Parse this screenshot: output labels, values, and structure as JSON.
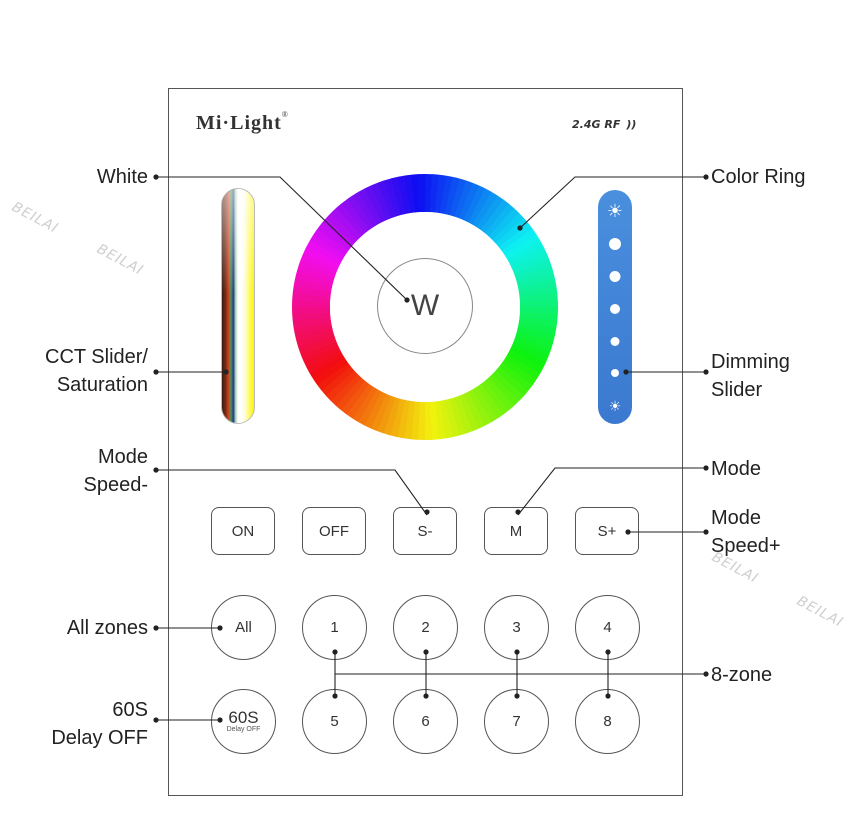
{
  "brand": {
    "name": "Mi·Light",
    "mark": "®",
    "rf": "2.4G RF"
  },
  "callouts": {
    "white": "White",
    "color_ring": "Color Ring",
    "cct_line1": "CCT Slider/",
    "cct_line2": "Saturation",
    "dimming_line1": "Dimming",
    "dimming_line2": "Slider",
    "mode_speed_minus_line1": "Mode",
    "mode_speed_minus_line2": "Speed-",
    "mode": "Mode",
    "mode_speed_plus_line1": "Mode",
    "mode_speed_plus_line2": "Speed+",
    "all_zones": "All zones",
    "eight_zone": "8-zone",
    "delay_line1": "60S",
    "delay_line2": "Delay OFF"
  },
  "center_label": "W",
  "function_buttons": {
    "on": "ON",
    "off": "OFF",
    "speed_minus": "S-",
    "mode": "M",
    "speed_plus": "S+"
  },
  "zone_buttons": {
    "all": "All",
    "z1": "1",
    "z2": "2",
    "z3": "3",
    "z4": "4",
    "z5": "5",
    "z6": "6",
    "z7": "7",
    "z8": "8"
  },
  "delay_button": {
    "big": "60S",
    "small": "Delay OFF"
  },
  "watermark": "BEILAI",
  "colors": {
    "dimming_slider": "#3f82d6",
    "panel_border": "#555555"
  }
}
